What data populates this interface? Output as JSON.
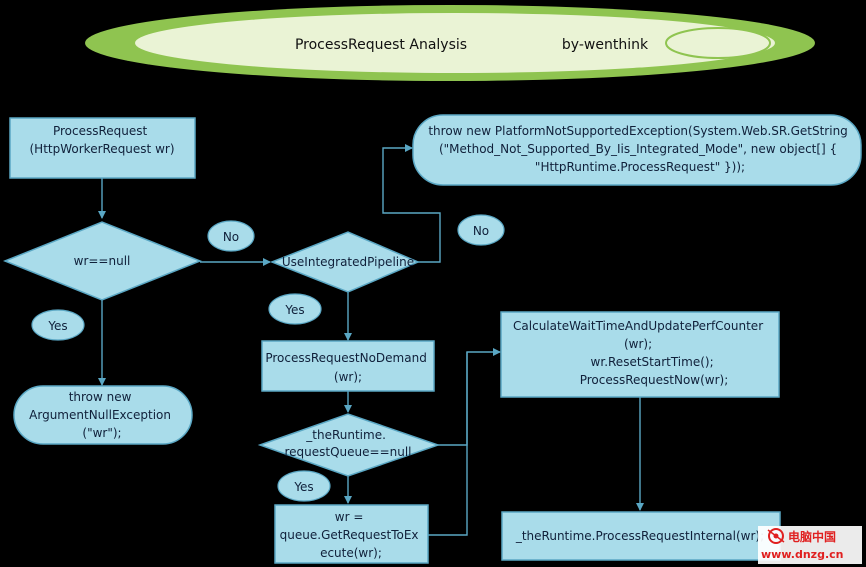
{
  "header": {
    "title": "ProcessRequest Analysis",
    "author": "by-wenthink"
  },
  "nodes": {
    "process_request": [
      "ProcessRequest",
      "(HttpWorkerRequest wr)"
    ],
    "wr_null": [
      "wr==null"
    ],
    "throw_argnull": [
      "throw new",
      "ArgumentNullException",
      "(\"wr\");"
    ],
    "use_integrated": [
      "UseIntegratedPipeline"
    ],
    "throw_platform": [
      "throw new PlatformNotSupportedException(System.Web.SR.GetString",
      "(\"Method_Not_Supported_By_Iis_Integrated_Mode\", new object[] {",
      "\"HttpRuntime.ProcessRequest\" }));"
    ],
    "no_demand": [
      "ProcessRequestNoDemand",
      "(wr);"
    ],
    "queue_null": [
      "_theRuntime.",
      "requestQueue==null"
    ],
    "get_request": [
      "wr =",
      "queue.GetRequestToEx",
      "ecute(wr);"
    ],
    "calc_wait": [
      "CalculateWaitTimeAndUpdatePerfCounter",
      "(wr);",
      "wr.ResetStartTime();",
      "ProcessRequestNow(wr);"
    ],
    "internal": [
      "_theRuntime.ProcessRequestInternal(wr);"
    ]
  },
  "labels": {
    "no_1": "No",
    "no_2": "No",
    "yes_1": "Yes",
    "yes_2": "Yes",
    "yes_3": "Yes"
  },
  "watermark": {
    "cn": "电脑中国",
    "url": "www.dnzg.cn"
  },
  "colors": {
    "shape_fill": "#a9dcea",
    "shape_stroke": "#5aa7c4",
    "connector": "#5aa7c4",
    "banner": "#8fc450",
    "banner_inner": "#eaf3d5",
    "watermark": "#e02020"
  }
}
